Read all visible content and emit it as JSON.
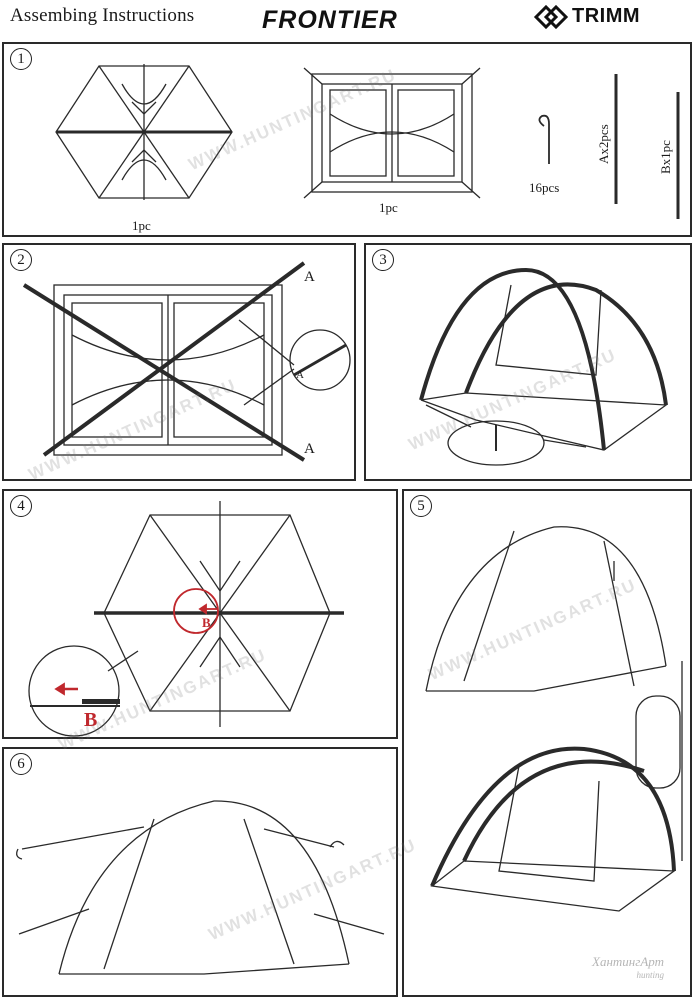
{
  "header": {
    "title": "Assembing  Instructions",
    "brand": "FRONTIER",
    "logo_text": "TRIMM"
  },
  "panels": {
    "p1": {
      "step": "1",
      "qty_tent": "1pc",
      "qty_floor": "1pc",
      "qty_pegs": "16pcs",
      "qty_pole_a": "Ax2pcs",
      "qty_pole_b": "Bx1pc"
    },
    "p2": {
      "step": "2",
      "label_a_top": "A",
      "label_a_bottom": "A",
      "label_a_zoom": "A"
    },
    "p3": {
      "step": "3"
    },
    "p4": {
      "step": "4",
      "label_b_small": "B",
      "label_b_zoom": "B"
    },
    "p5": {
      "step": "5"
    },
    "p6": {
      "step": "6"
    }
  },
  "watermark": {
    "text": "WWW.HUNTINGART.RU",
    "signature": "ХантингАрт",
    "signature_sub": "hunting"
  },
  "colors": {
    "line": "#2a2a2a",
    "accent": "#c0282d"
  }
}
